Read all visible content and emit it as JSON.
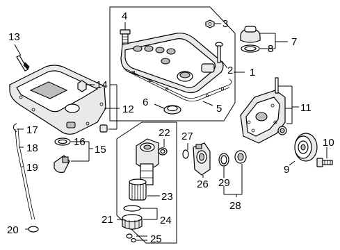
{
  "callouts": {
    "c1": "1",
    "c2": "2",
    "c3": "3",
    "c4": "4",
    "c5": "5",
    "c6": "6",
    "c7": "7",
    "c8": "8",
    "c9": "9",
    "c10": "10",
    "c11": "11",
    "c12": "12",
    "c13": "13",
    "c14": "14",
    "c15": "15",
    "c16": "16",
    "c17": "17",
    "c18": "18",
    "c19": "19",
    "c20": "20",
    "c21": "21",
    "c22": "22",
    "c23": "23",
    "c24": "24",
    "c25": "25",
    "c26": "26",
    "c27": "27",
    "c28": "28",
    "c29": "29"
  },
  "palette": {
    "line": "#000000",
    "fill": "#ffffff",
    "shade": "#e9e9e9",
    "dark": "#bdbdbd"
  }
}
